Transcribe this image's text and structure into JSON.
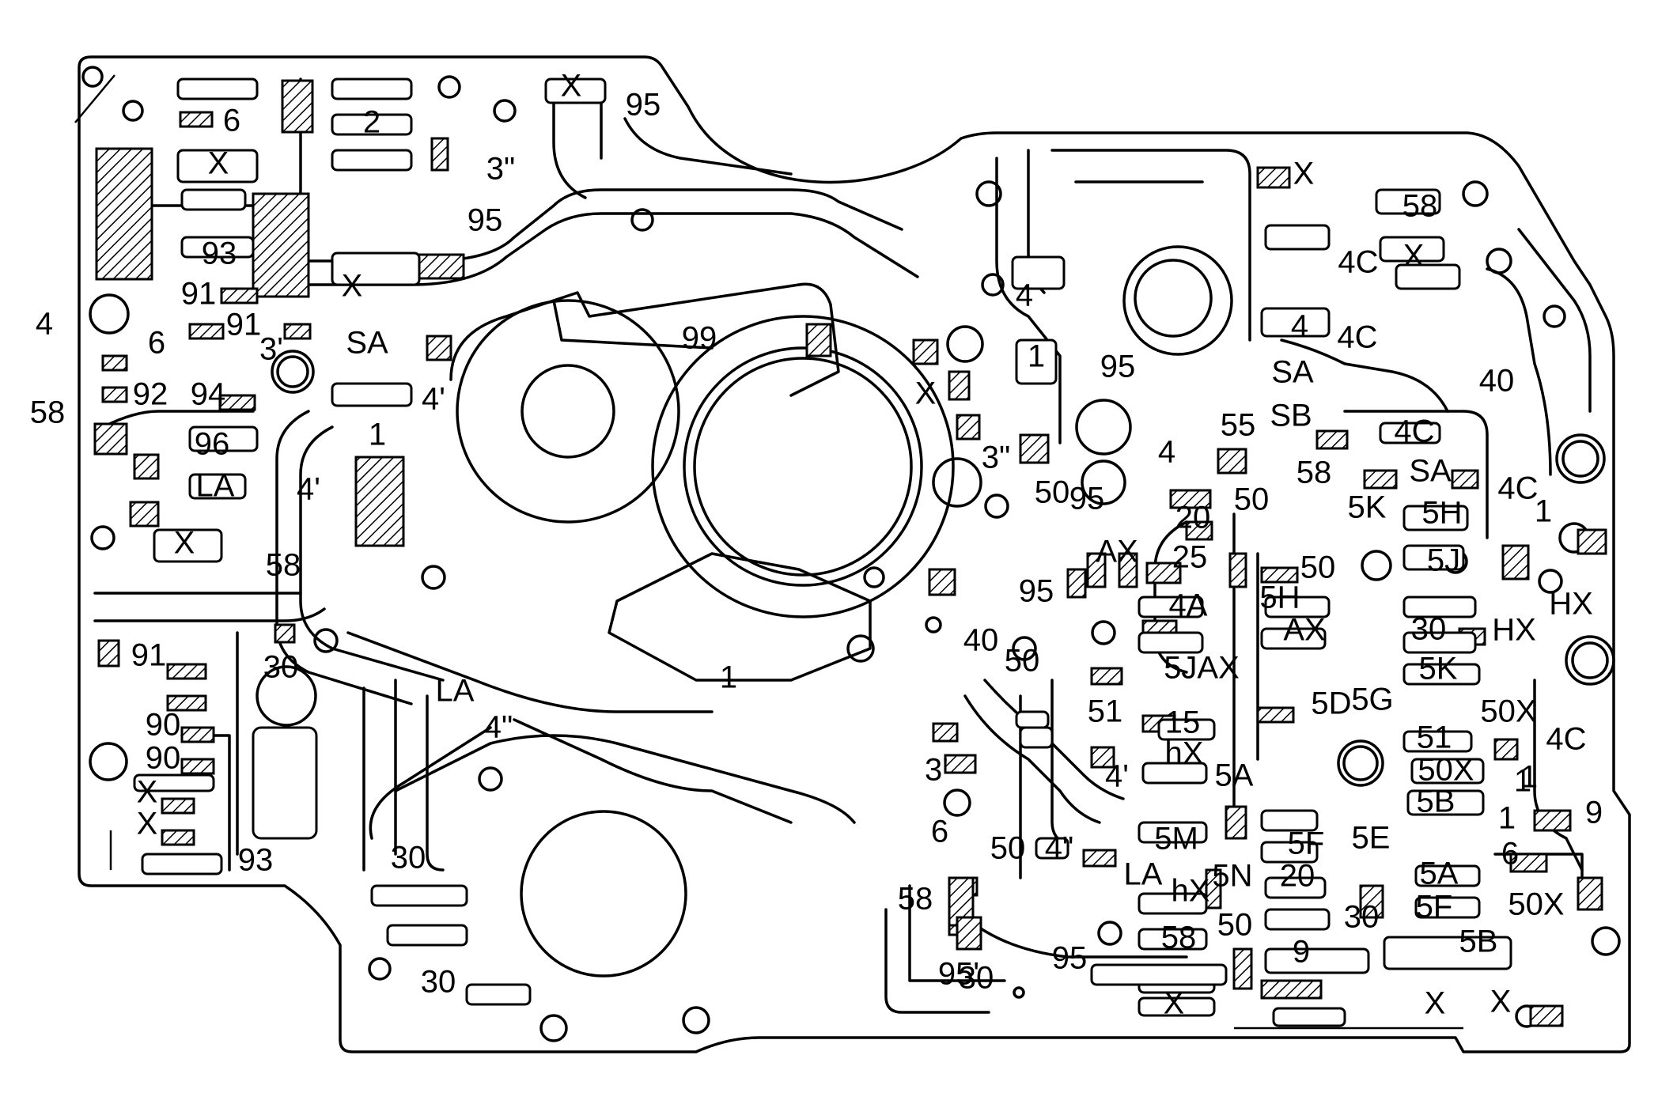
{
  "diagram": {
    "labels": [
      "X",
      "95",
      "6",
      "2",
      "X",
      "3\"",
      "95",
      "93",
      "X",
      "91",
      "4",
      "6",
      "91",
      "3'",
      "SA",
      "99",
      "58",
      "92",
      "94",
      "4'",
      "X",
      "96",
      "1",
      "LA",
      "4'",
      "X",
      "58",
      "1",
      "91",
      "30",
      "90",
      "90",
      "X",
      "X",
      "93",
      "LA",
      "4\"",
      "30",
      "30",
      "40",
      "X",
      "58",
      "4C",
      "X",
      "4",
      "4",
      "4C",
      "1",
      "95",
      "SA",
      "40",
      "55",
      "SB",
      "4C",
      "3\"",
      "4",
      "58",
      "SA",
      "4C",
      "50",
      "95",
      "20",
      "50",
      "5K",
      "5H",
      "1",
      "AX",
      "25",
      "50",
      "5J",
      "95",
      "4A",
      "5H",
      "HX",
      "AX",
      "30",
      "HX",
      "50",
      "5JAX",
      "5K",
      "51",
      "5D",
      "5G",
      "50X",
      "15",
      "51",
      "4C",
      "hX",
      "4'",
      "5A",
      "50X",
      "1",
      "3'",
      "5B",
      "6",
      "50",
      "4\"",
      "5M",
      "5F",
      "5E",
      "1",
      "9",
      "6",
      "LA",
      "hX",
      "5N",
      "20",
      "5A",
      "58",
      "30",
      "5F",
      "50X",
      "58",
      "50",
      "95",
      "30",
      "5B",
      "95'",
      "9",
      "X",
      "X",
      "X",
      "1"
    ]
  }
}
